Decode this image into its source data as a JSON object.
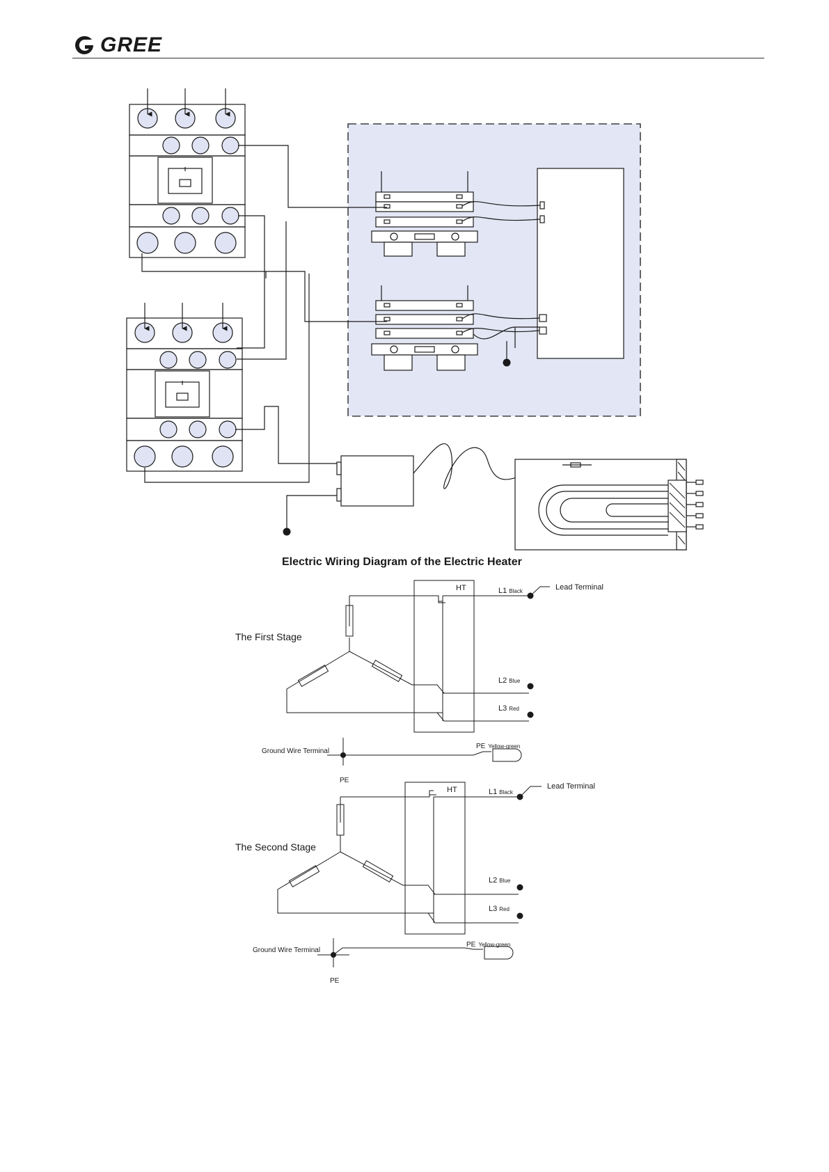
{
  "header": {
    "brand": "GREE"
  },
  "diagram1": {
    "title": "Electric Wiring Diagram of the Electric Heater"
  },
  "stage1": {
    "label": "The First Stage",
    "ht": "HT",
    "lead_terminal": "Lead Terminal",
    "l1": "L1",
    "l1_color": "Black",
    "l2": "L2",
    "l2_color": "Blue",
    "l3": "L3",
    "l3_color": "Red",
    "ground": "Ground Wire Terminal",
    "pe": "PE",
    "pe_wire": "PE",
    "pe_color": "Yellow-green"
  },
  "stage2": {
    "label": "The Second Stage",
    "ht": "HT",
    "lead_terminal": "Lead Terminal",
    "l1": "L1",
    "l1_color": "Black",
    "l2": "L2",
    "l2_color": "Blue",
    "l3": "L3",
    "l3_color": "Red",
    "ground": "Ground Wire Terminal",
    "pe": "PE",
    "pe_wire": "PE",
    "pe_color": "Yellow-green"
  },
  "colors": {
    "panel_fill": "#e3e6f4",
    "terminal_fill": "#dfe3f3",
    "line": "#1a1a1a"
  }
}
